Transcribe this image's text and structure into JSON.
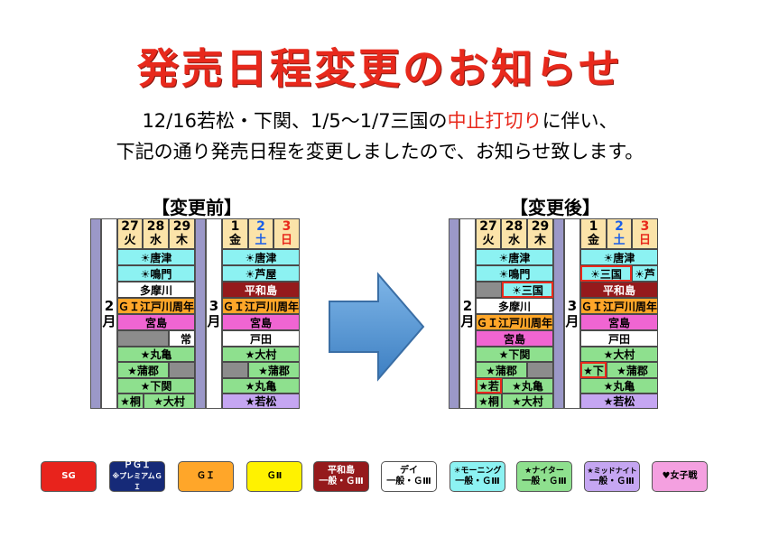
{
  "title": "発売日程変更のお知らせ",
  "notice": {
    "line1_a": "12/16若松・下関、1/5～1/7三国の",
    "line1_red": "中止打切り",
    "line1_b": "に伴い、",
    "line2": "下記の通り発売日程を変更しましたので、お知らせ致します。"
  },
  "before": {
    "title": "【変更前】",
    "month_feb": [
      "2",
      "月"
    ],
    "month_mar": [
      "3",
      "月"
    ],
    "headers": [
      {
        "d": "27",
        "w": "火",
        "color": "#000000"
      },
      {
        "d": "28",
        "w": "水",
        "color": "#000000"
      },
      {
        "d": "29",
        "w": "木",
        "color": "#000000"
      },
      {
        "d": "1",
        "w": "金",
        "color": "#000000"
      },
      {
        "d": "2",
        "w": "土",
        "color": "#1a5ee8"
      },
      {
        "d": "3",
        "w": "日",
        "color": "#e8291c"
      }
    ],
    "left": {
      "karatsu": "☀唐津",
      "naruto": "☀鳴門",
      "tamagawa": "多摩川",
      "edogawa": "ＧＩ江戸川周年",
      "miyajima": "宮島",
      "joto": "常",
      "marugame": "★丸亀",
      "gamagori": "★蒲郡",
      "shimonoseki": "★下関",
      "kiryu": "★桐",
      "omura": "★大村"
    },
    "right": {
      "karatsu": "☀唐津",
      "ashiya": "☀芦屋",
      "heiwajima": "平和島",
      "edogawa": "ＧＩ江戸川周年",
      "miyajima": "宮島",
      "toda": "戸田",
      "omura": "★大村",
      "gamagori": "★蒲郡",
      "marugame": "★丸亀",
      "wakamatsu": "★若松"
    }
  },
  "after": {
    "title": "【変更後】",
    "month_feb": [
      "2",
      "月"
    ],
    "month_mar": [
      "3",
      "月"
    ],
    "headers": [
      {
        "d": "27",
        "w": "火",
        "color": "#000000"
      },
      {
        "d": "28",
        "w": "水",
        "color": "#000000"
      },
      {
        "d": "29",
        "w": "木",
        "color": "#000000"
      },
      {
        "d": "1",
        "w": "金",
        "color": "#000000"
      },
      {
        "d": "2",
        "w": "土",
        "color": "#1a5ee8"
      },
      {
        "d": "3",
        "w": "日",
        "color": "#e8291c"
      }
    ],
    "left": {
      "karatsu": "☀唐津",
      "naruto": "☀鳴門",
      "mikuni": "☀三国",
      "tamagawa": "多摩川",
      "edogawa": "ＧＩ江戸川周年",
      "miyajima": "宮島",
      "shimonoseki": "★下関",
      "gamagori": "★蒲郡",
      "waka": "★若",
      "marugame": "★丸亀",
      "kiryu": "★桐",
      "omura": "★大村"
    },
    "right": {
      "karatsu": "☀唐津",
      "mikuni": "☀三国",
      "ashi": "☀芦",
      "heiwajima": "平和島",
      "edogawa": "ＧＩ江戸川周年",
      "miyajima": "宮島",
      "toda": "戸田",
      "omura": "★大村",
      "shimo": "★下",
      "gamagori": "★蒲郡",
      "marugame": "★丸亀",
      "wakamatsu": "★若松"
    }
  },
  "legend": [
    {
      "lines": [
        "SG"
      ],
      "bg": "#e8231c",
      "fg": "#ffffff"
    },
    {
      "lines": [
        "ＰＧＩ",
        "※プレミアムＧＩ"
      ],
      "bg": "#162a78",
      "fg": "#ffffff"
    },
    {
      "lines": [
        "ＧＩ"
      ],
      "bg": "#ffa629",
      "fg": "#000000"
    },
    {
      "lines": [
        "ＧⅡ"
      ],
      "bg": "#fff200",
      "fg": "#000000"
    },
    {
      "lines": [
        "平和島",
        "一般・ＧⅢ"
      ],
      "bg": "#951a1c",
      "fg": "#ffffff"
    },
    {
      "lines": [
        "デイ",
        "一般・ＧⅢ"
      ],
      "bg": "#ffffff",
      "fg": "#000000"
    },
    {
      "lines": [
        "☀モーニング",
        "一般・ＧⅢ"
      ],
      "bg": "#8cf2f2",
      "fg": "#000000"
    },
    {
      "lines": [
        "★ナイター",
        "一般・ＧⅢ"
      ],
      "bg": "#8ee08e",
      "fg": "#000000"
    },
    {
      "lines": [
        "★ミッドナイト",
        "一般・ＧⅢ"
      ],
      "bg": "#c5a6f2",
      "fg": "#000000"
    },
    {
      "lines": [
        "♥女子戦"
      ],
      "bg": "#f4a0e0",
      "fg": "#000000"
    }
  ]
}
